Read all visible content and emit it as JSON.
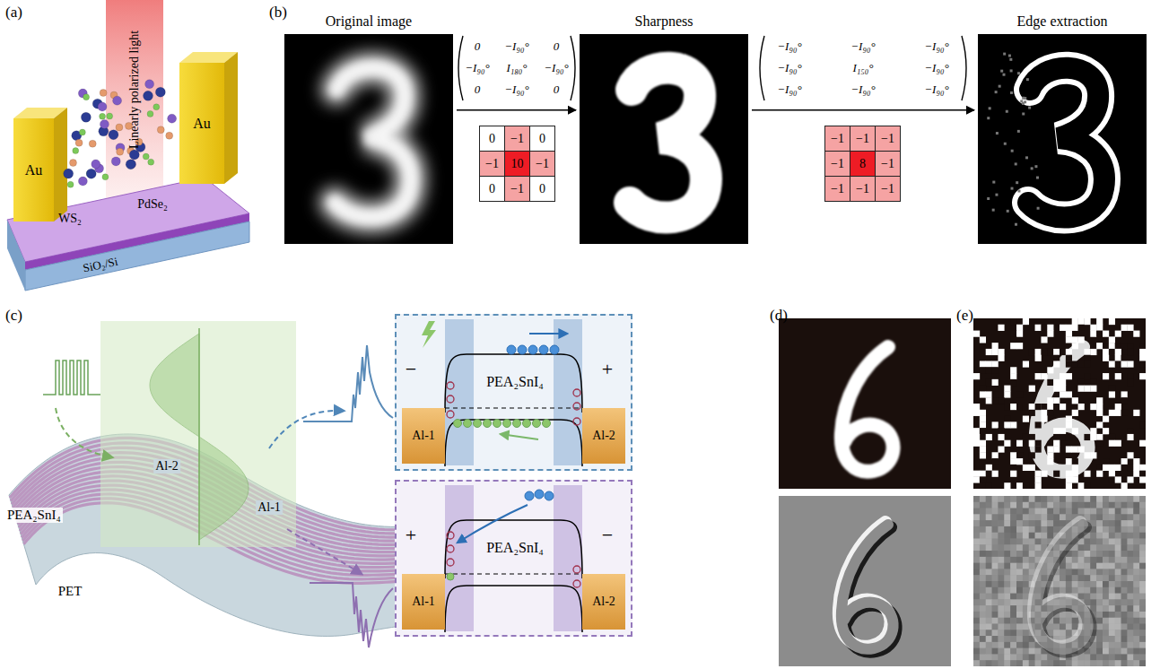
{
  "diagram": {
    "nodes": [
      {
        "text": [
          "Au"
        ]
      },
      {
        "text": [
          "Au"
        ]
      },
      {
        "text": [
          "Original image"
        ]
      },
      {
        "text": [
          "Sharpness"
        ]
      },
      {
        "text": [
          "Edge extraction"
        ]
      },
      {
        "text": [
          "0"
        ]
      },
      {
        "text": [
          "−1"
        ]
      },
      {
        "text": [
          "0"
        ]
      },
      {
        "text": [
          "−1"
        ]
      },
      {
        "text": [
          "10"
        ]
      },
      {
        "text": [
          "−1"
        ]
      },
      {
        "text": [
          "0"
        ]
      },
      {
        "text": [
          "−1"
        ]
      },
      {
        "text": [
          "0"
        ]
      },
      {
        "text": [
          "−1"
        ]
      },
      {
        "text": [
          "−1"
        ]
      },
      {
        "text": [
          "−1"
        ]
      },
      {
        "text": [
          "−1"
        ]
      },
      {
        "text": [
          "8"
        ]
      },
      {
        "text": [
          "−1"
        ]
      },
      {
        "text": [
          "−1"
        ]
      },
      {
        "text": [
          "−1"
        ]
      },
      {
        "text": [
          "−1"
        ]
      },
      {
        "text": [
          "−",
          "PEA₂SnI₄",
          "+"
        ]
      },
      {
        "text": [
          "Al-1"
        ],
        "in": 23
      },
      {
        "text": [
          "Al-2"
        ],
        "in": 23
      },
      {
        "text": [
          "+",
          "PEA₂SnI₄",
          "−"
        ]
      },
      {
        "text": [
          "Al-1"
        ],
        "in": 26
      },
      {
        "text": [
          "Al-2"
        ],
        "in": 26
      }
    ],
    "edges": [
      {
        "from": 2,
        "to": 3,
        "arrow": "to"
      },
      {
        "from": 3,
        "to": 4,
        "arrow": "to"
      }
    ],
    "labels": [
      "(a)",
      "Linearly polarized light",
      "WS₂",
      "PdSe₂",
      "SiO₂/Si",
      "(b)",
      "0",
      "−I₉₀°",
      "0",
      "−I₉₀°",
      "I₁₈₀°",
      "−I₉₀°",
      "0",
      "−I₉₀°",
      "0",
      "−I₉₀°",
      "−I₉₀°",
      "−I₉₀°",
      "−I₉₀°",
      "I₁₅₀°",
      "−I₉₀°",
      "−I₉₀°",
      "−I₉₀°",
      "−I₉₀°",
      "(c)",
      "PEA₂SnI₄",
      "Al-2",
      "Al-1",
      "PET",
      "(d)",
      "(e)"
    ]
  }
}
